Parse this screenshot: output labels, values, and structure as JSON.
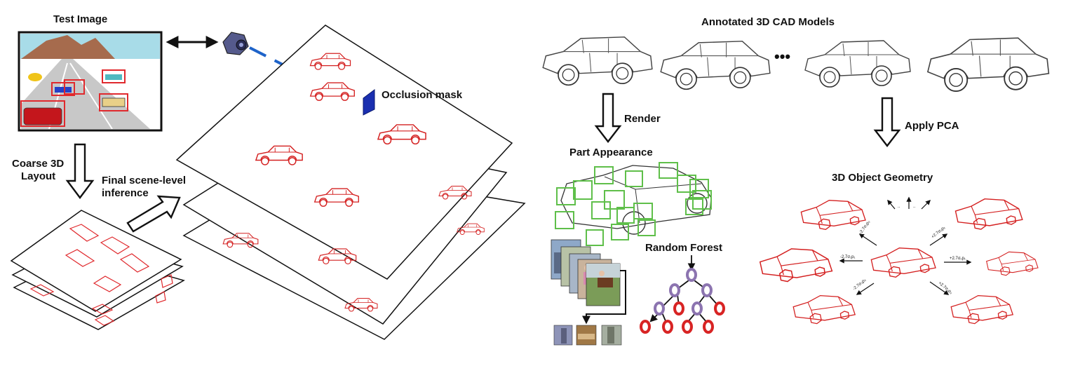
{
  "labels": {
    "test_image": "Test Image",
    "coarse_layout_1": "Coarse 3D",
    "coarse_layout_2": "Layout",
    "final_inference_1": "Final scene-level",
    "final_inference_2": "inference",
    "occlusion_mask": "Occlusion mask",
    "annotated_models": "Annotated 3D CAD Models",
    "ellipsis": "•••",
    "render": "Render",
    "apply_pca": "Apply PCA",
    "part_appearance": "Part Appearance",
    "random_forest": "Random Forest",
    "object_geometry": "3D Object Geometry"
  },
  "pca_terms": {
    "up_left": "-2.7σ₂p₂",
    "up_right": "+2.7σ₂p₂",
    "left": "-2.7σ₁p₁",
    "right": "+2.7σ₁p₁",
    "down_left": "-2.7σ₃p₃",
    "down_right": "+2.7σ₃p₃",
    "top_dots_1": "..",
    "top_dots_2": ".."
  },
  "colors": {
    "box_red": "#e0292d",
    "wire_red": "#d42020",
    "part_green": "#5fbf4a",
    "camera_blue": "#1e63c9",
    "node_purple": "#8c74b0",
    "node_red": "#d82424",
    "sky": "#a8dce8",
    "mountain": "#a66b4d",
    "road": "#c8c8c8"
  },
  "icons": [
    "camera-icon",
    "occlusion-mask-icon",
    "car-wireframe-icon",
    "cad-car-icon"
  ]
}
